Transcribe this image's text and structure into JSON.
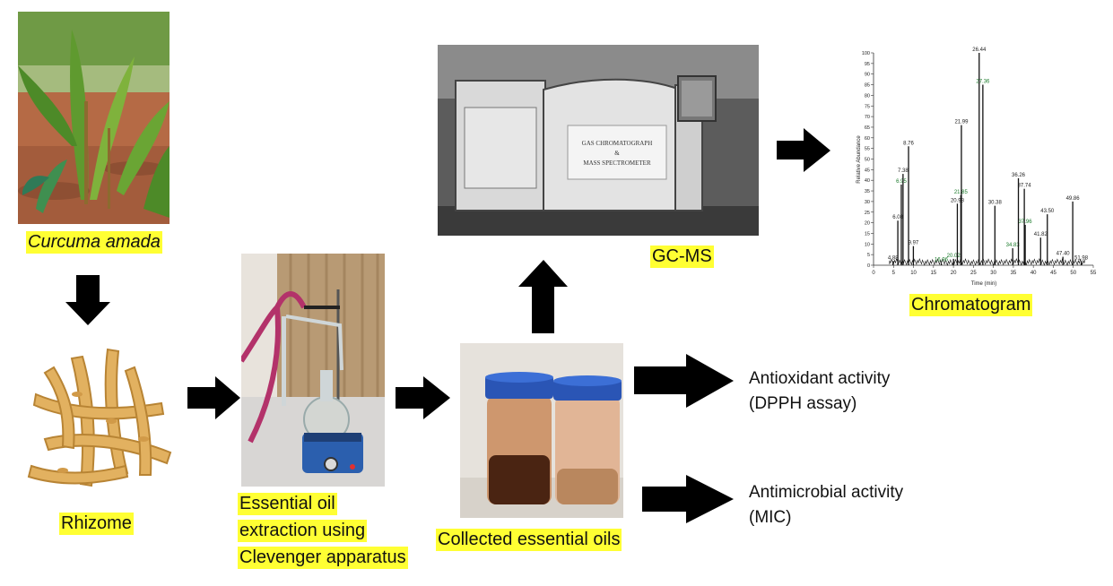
{
  "labels": {
    "plant": "Curcuma amada",
    "rhizome": "Rhizome",
    "extraction": [
      "Essential oil",
      "extraction using",
      "Clevenger apparatus"
    ],
    "collected": "Collected essential oils",
    "gcms": "GC-MS",
    "chromatogram": "Chromatogram"
  },
  "outcomes": {
    "antioxidant": [
      "Antioxidant activity",
      "(DPPH assay)"
    ],
    "antimicrobial": [
      "Antimicrobial activity",
      "(MIC)"
    ]
  },
  "instrument": {
    "sign": [
      "GAS CHROMATOGRAPH",
      "&",
      "MASS SPECTROMETER"
    ]
  },
  "chromatogram": {
    "ylabel": "Relative Abundance",
    "xlabel": "Time (min)",
    "xticks": [
      "0",
      "5",
      "10",
      "15",
      "20",
      "25",
      "30",
      "35",
      "40",
      "45",
      "50",
      "55"
    ],
    "yticks": [
      "0",
      "5",
      "10",
      "15",
      "20",
      "25",
      "30",
      "35",
      "40",
      "45",
      "50",
      "55",
      "60",
      "65",
      "70",
      "75",
      "80",
      "85",
      "90",
      "95",
      "100"
    ],
    "peaks": [
      {
        "t": 4.88,
        "h": 2,
        "label": "4.88"
      },
      {
        "t": 6.08,
        "h": 21,
        "label": "6.08"
      },
      {
        "t": 6.95,
        "h": 38,
        "label": "6.95"
      },
      {
        "t": 7.38,
        "h": 43,
        "label": "7.38"
      },
      {
        "t": 8.76,
        "h": 56,
        "label": "8.76"
      },
      {
        "t": 9.97,
        "h": 9,
        "label": "9.97"
      },
      {
        "t": 16.96,
        "h": 1,
        "label": "16.96"
      },
      {
        "t": 20.02,
        "h": 3,
        "label": "20.02"
      },
      {
        "t": 20.98,
        "h": 29,
        "label": "20.98"
      },
      {
        "t": 21.85,
        "h": 33,
        "label": "21.85"
      },
      {
        "t": 21.99,
        "h": 66,
        "label": "21.99"
      },
      {
        "t": 26.44,
        "h": 100,
        "label": "26.44"
      },
      {
        "t": 27.36,
        "h": 85,
        "label": "27.36"
      },
      {
        "t": 30.38,
        "h": 28,
        "label": "30.38"
      },
      {
        "t": 34.83,
        "h": 8,
        "label": "34.83"
      },
      {
        "t": 36.26,
        "h": 41,
        "label": "36.26"
      },
      {
        "t": 37.74,
        "h": 36,
        "label": "37.74"
      },
      {
        "t": 37.96,
        "h": 19,
        "label": "37.96"
      },
      {
        "t": 41.82,
        "h": 13,
        "label": "41.82"
      },
      {
        "t": 43.5,
        "h": 24,
        "label": "43.50"
      },
      {
        "t": 47.4,
        "h": 4,
        "label": "47.40"
      },
      {
        "t": 49.86,
        "h": 30,
        "label": "49.86"
      },
      {
        "t": 51.98,
        "h": 2,
        "label": "51.98"
      }
    ]
  }
}
